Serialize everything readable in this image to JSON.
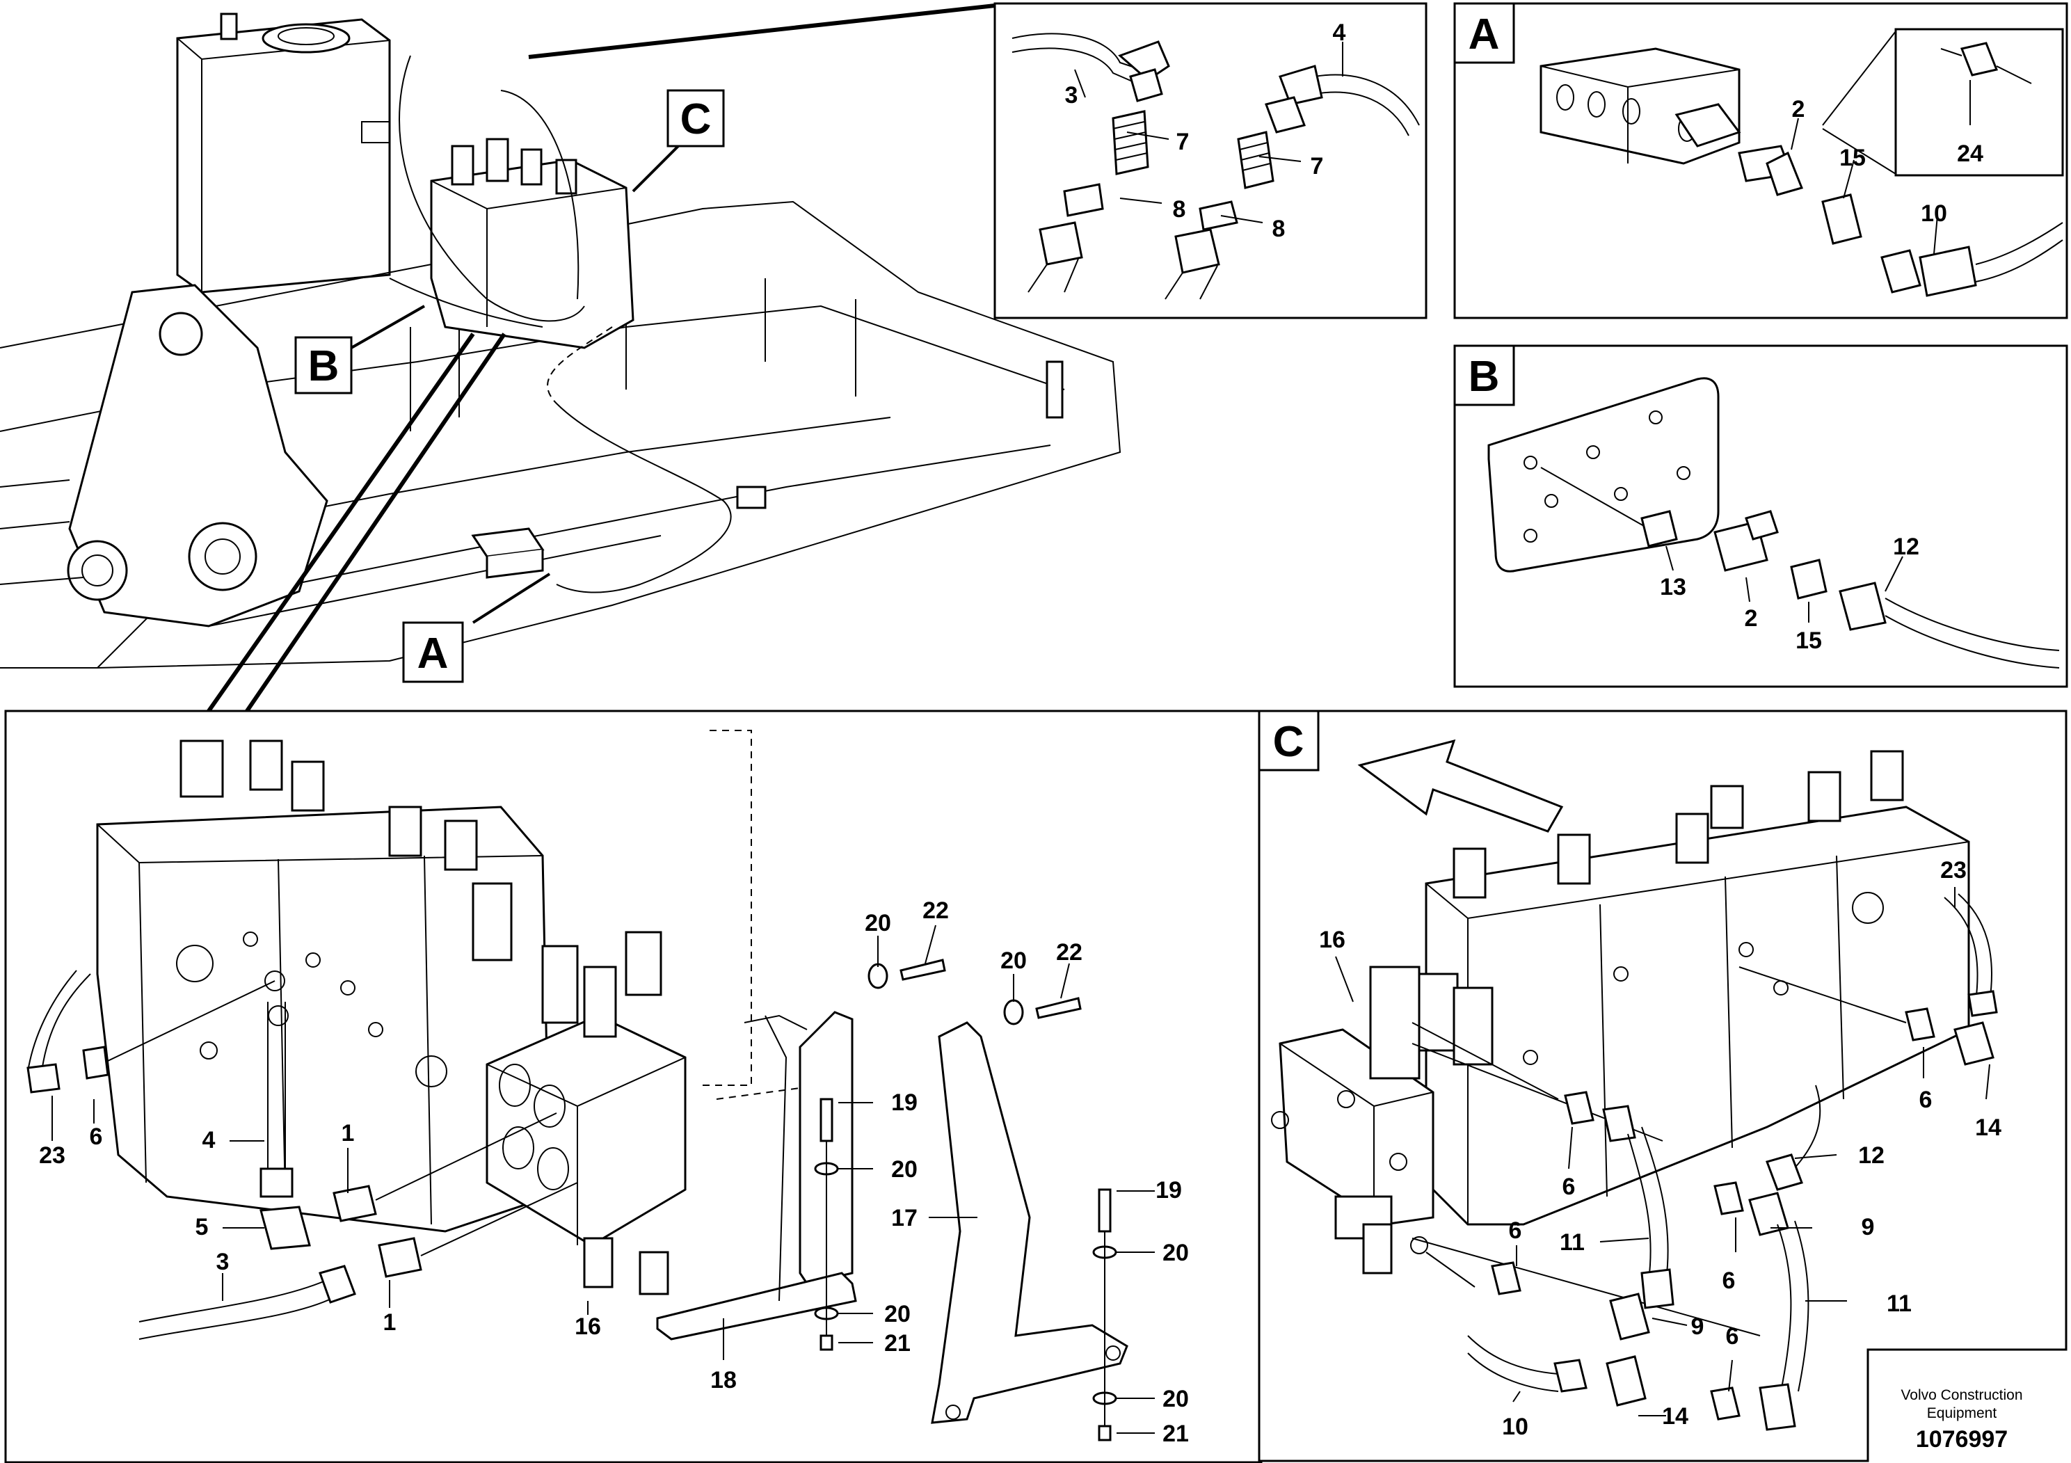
{
  "view_labels": [
    "A",
    "B",
    "C"
  ],
  "credit": {
    "line1": "Volvo Construction",
    "line2": "Equipment",
    "image_number": "1076997"
  },
  "callouts": {
    "top_detail": [
      "3",
      "4",
      "7",
      "7",
      "8",
      "8"
    ],
    "detail_a": [
      "2",
      "24",
      "15",
      "10"
    ],
    "detail_b": [
      "13",
      "2",
      "15",
      "12"
    ],
    "main": [
      "20",
      "22",
      "20",
      "22",
      "19",
      "20",
      "17",
      "4",
      "1",
      "5",
      "3",
      "1",
      "16",
      "23",
      "6",
      "19",
      "20",
      "20",
      "18",
      "21",
      "20",
      "21"
    ],
    "detail_c": [
      "16",
      "23",
      "6",
      "14",
      "12",
      "6",
      "11",
      "6",
      "9",
      "6",
      "9",
      "11",
      "6",
      "10",
      "14"
    ]
  }
}
